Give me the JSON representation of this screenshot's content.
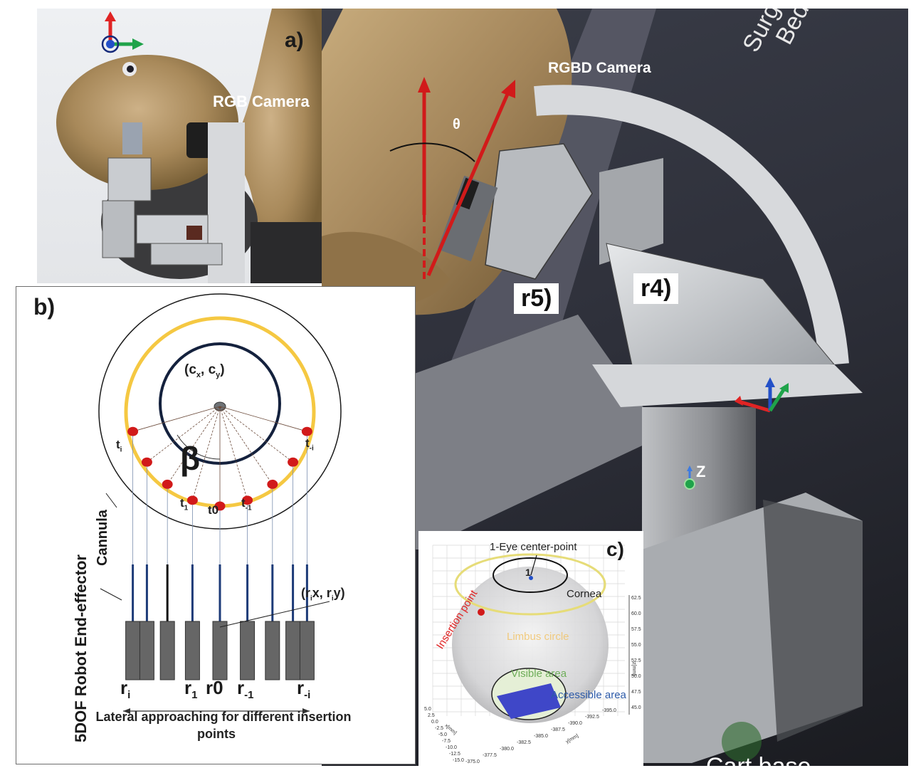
{
  "figure": {
    "panel_a": {
      "letter": "a)",
      "camera_label": "RGB Camera",
      "axes_icon": [
        "x-red",
        "y-green",
        "z-blue"
      ]
    },
    "panel_main": {
      "camera_label": "RGBD Camera",
      "angle_label": "θ",
      "bed_label_line1": "Surgical",
      "bed_label_line2": "Bed",
      "joint_r5": "r5)",
      "joint_r4": "r4)",
      "z_label": "Z",
      "bottom_label_truncated": "Cart base"
    },
    "panel_b": {
      "letter": "b)",
      "center_label": "(c",
      "center_sub_x": "x",
      "center_sep": ", c",
      "center_sub_y": "y",
      "center_close": ")",
      "beta": "β",
      "target_labels": {
        "ti": "t",
        "ti_sub": "i",
        "t_minus_i": "t",
        "t_minus_i_sub": "-i",
        "t1": "t",
        "t1_sub": "1",
        "t0": "t0",
        "t_minus_1": "t",
        "t_minus_1_sub": "-1"
      },
      "robot_label": "5DOF Robot End-effector",
      "cannula_label": "Cannula",
      "tip_label": "(r",
      "tip_label_i": "i",
      "tip_label_x": "x, r",
      "tip_label_i2": "i",
      "tip_label_y": "y)",
      "robot_labels": [
        {
          "main": "r",
          "sub": "i"
        },
        {
          "main": "r",
          "sub": "1"
        },
        {
          "main": "r0",
          "sub": ""
        },
        {
          "main": "r",
          "sub": "-1"
        },
        {
          "main": "r",
          "sub": "-i"
        }
      ],
      "caption_line1": "Lateral approaching  for different insertion",
      "caption_line2": "points",
      "num_targets": 9
    },
    "panel_c": {
      "letter": "c)",
      "eye_center_label": "1-Eye center-point",
      "eye_center_marker": "1",
      "cornea_label": "Cornea",
      "insertion_label": "Insertion point",
      "limbus_label": "Limbus circle",
      "visible_label": "Visible area",
      "accessible_label": "Accessible area",
      "z_axis_label": "z[mm]",
      "x_axis_label": "x[mm]",
      "y_axis_label": "y[mm]",
      "z_ticks": [
        "62.5",
        "60.0",
        "57.5",
        "55.0",
        "52.5",
        "50.0",
        "47.5",
        "45.0"
      ],
      "x_ticks": [
        "5.0",
        "2.5",
        "0.0",
        "-2.5",
        "-5.0",
        "-7.5",
        "-10.0",
        "-12.5",
        "-15.0"
      ],
      "y_ticks": [
        "-375.0",
        "-377.5",
        "-380.0",
        "-382.5",
        "-385.0",
        "-387.5",
        "-390.0",
        "-392.5",
        "-395.0"
      ]
    },
    "colors": {
      "axis_red": "#e02424",
      "axis_green": "#1fa34a",
      "axis_blue": "#2350c8",
      "limbus_yellow": "#f5c842",
      "cornea_navy": "#14213d",
      "target_red": "#d11a1a",
      "skin": "#a8895a",
      "metal": "#c9ccd0",
      "accessible_blue": "#3f47c8"
    }
  }
}
